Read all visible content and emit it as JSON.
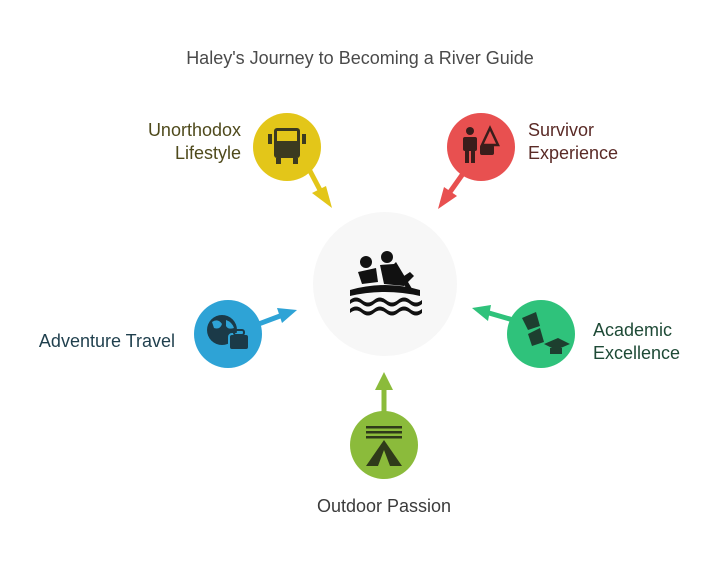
{
  "title": "Haley's Journey to Becoming a River Guide",
  "center": {
    "icon": "rafting-icon"
  },
  "nodes": [
    {
      "id": "unorthodox",
      "lines": [
        "Unorthodox",
        "Lifestyle"
      ],
      "color": "#e3c619",
      "text_color": "#4f4a1c",
      "icon": "truck-icon"
    },
    {
      "id": "survivor",
      "lines": [
        "Survivor",
        "Experience"
      ],
      "color": "#e85050",
      "text_color": "#5a2a26",
      "icon": "hiker-icon"
    },
    {
      "id": "adventure",
      "lines": [
        "Adventure Travel"
      ],
      "color": "#2ea3d6",
      "text_color": "#1f3f4d",
      "icon": "globe-luggage-icon"
    },
    {
      "id": "academic",
      "lines": [
        "Academic",
        "Excellence"
      ],
      "color": "#2fc27b",
      "text_color": "#1e4a36",
      "icon": "graduation-icon"
    },
    {
      "id": "outdoor",
      "lines": [
        "Outdoor Passion"
      ],
      "color": "#8bbb3b",
      "text_color": "#3b3b3b",
      "icon": "tent-icon"
    }
  ]
}
